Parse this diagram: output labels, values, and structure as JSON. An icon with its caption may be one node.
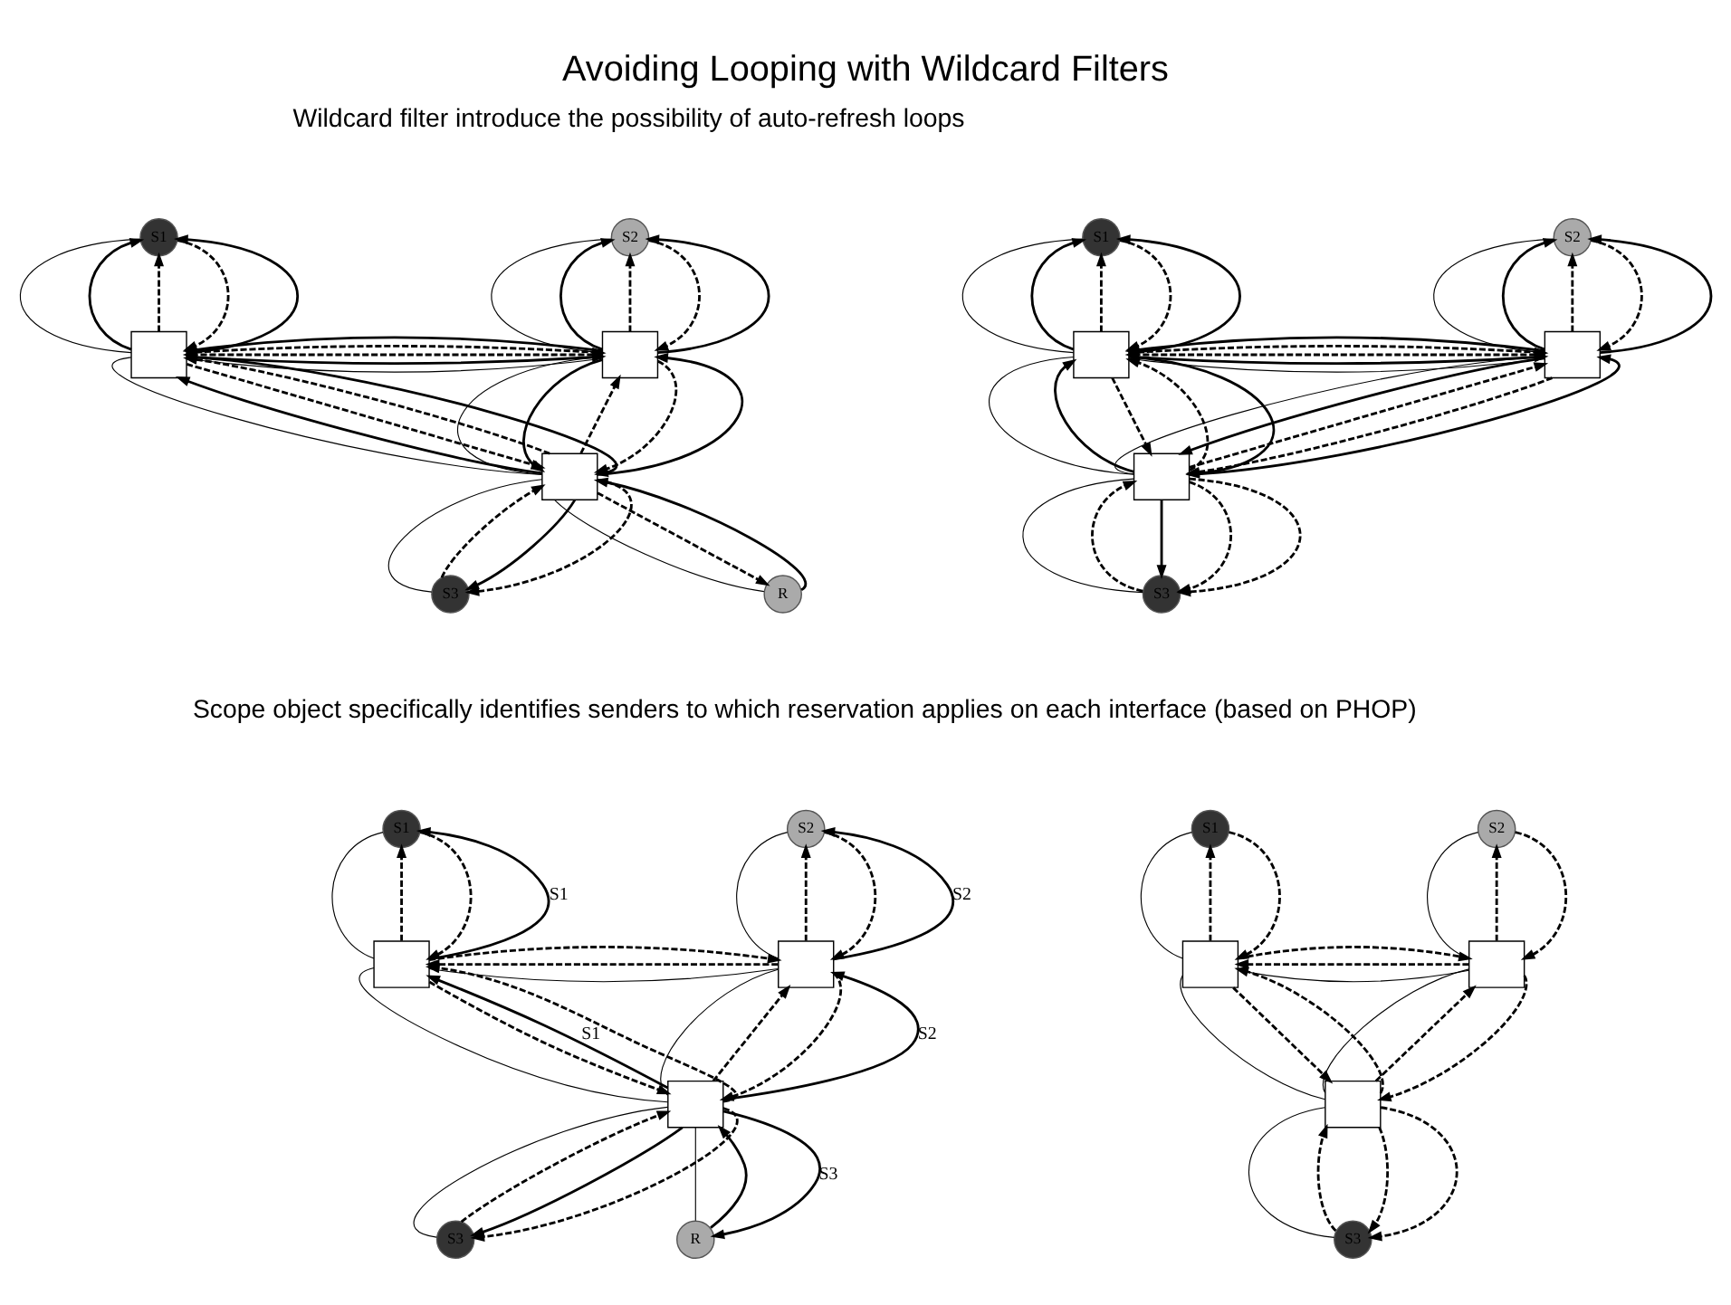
{
  "diagram": {
    "title": "Avoiding Looping with Wildcard Filters",
    "nodes": [
      {
        "text": [
          "S1"
        ]
      },
      {
        "text": [
          "S2"
        ]
      },
      {
        "text": [],
        "shape": "box"
      },
      {
        "text": [],
        "shape": "box"
      },
      {
        "text": [],
        "shape": "box"
      },
      {
        "text": [
          "S3"
        ]
      },
      {
        "text": [
          "R"
        ]
      },
      {
        "text": [
          "S1"
        ]
      },
      {
        "text": [
          "S2"
        ]
      },
      {
        "text": [],
        "shape": "box"
      },
      {
        "text": [],
        "shape": "box"
      },
      {
        "text": [],
        "shape": "box"
      },
      {
        "text": [
          "S3"
        ]
      },
      {
        "text": [
          "S1"
        ]
      },
      {
        "text": [
          "S2"
        ]
      },
      {
        "text": [],
        "shape": "box"
      },
      {
        "text": [],
        "shape": "box"
      },
      {
        "text": [],
        "shape": "box"
      },
      {
        "text": [
          "S3"
        ]
      },
      {
        "text": [
          "R"
        ]
      },
      {
        "text": [
          "S1"
        ]
      },
      {
        "text": [
          "S2"
        ]
      },
      {
        "text": [],
        "shape": "box"
      },
      {
        "text": [],
        "shape": "box"
      },
      {
        "text": [],
        "shape": "box"
      },
      {
        "text": [
          "S3"
        ]
      }
    ],
    "edges": [
      {
        "from": 0,
        "to": 2,
        "arrow": "none"
      },
      {
        "from": 1,
        "to": 3,
        "arrow": "none"
      },
      {
        "from": 2,
        "to": 3,
        "arrow": "none"
      },
      {
        "from": 2,
        "to": 4,
        "arrow": "none"
      },
      {
        "from": 3,
        "to": 4,
        "arrow": "none"
      },
      {
        "from": 4,
        "to": 5,
        "arrow": "none"
      },
      {
        "from": 4,
        "to": 6,
        "arrow": "none"
      },
      {
        "from": 2,
        "to": 0,
        "arrow": "to"
      },
      {
        "from": 2,
        "to": 0,
        "arrow": "to",
        "style": "dashed"
      },
      {
        "from": 0,
        "to": 2,
        "arrow": "to",
        "style": "dashed"
      },
      {
        "from": 2,
        "to": 0,
        "arrow": "to"
      },
      {
        "from": 3,
        "to": 1,
        "arrow": "to"
      },
      {
        "from": 3,
        "to": 1,
        "arrow": "to",
        "style": "dashed"
      },
      {
        "from": 1,
        "to": 3,
        "arrow": "to",
        "style": "dashed"
      },
      {
        "from": 3,
        "to": 1,
        "arrow": "to"
      },
      {
        "from": 2,
        "to": 3,
        "arrow": "to"
      },
      {
        "from": 3,
        "to": 2,
        "arrow": "to",
        "style": "dashed"
      },
      {
        "from": 2,
        "to": 3,
        "arrow": "to",
        "style": "dashed"
      },
      {
        "from": 3,
        "to": 2,
        "arrow": "to"
      },
      {
        "from": 4,
        "to": 2,
        "arrow": "to"
      },
      {
        "from": 2,
        "to": 4,
        "arrow": "to",
        "style": "dashed"
      },
      {
        "from": 4,
        "to": 2,
        "arrow": "to",
        "style": "dashed"
      },
      {
        "from": 2,
        "to": 4,
        "arrow": "to"
      },
      {
        "from": 3,
        "to": 4,
        "arrow": "to"
      },
      {
        "from": 4,
        "to": 3,
        "arrow": "to",
        "style": "dashed"
      },
      {
        "from": 3,
        "to": 4,
        "arrow": "to",
        "style": "dashed"
      },
      {
        "from": 4,
        "to": 3,
        "arrow": "to"
      },
      {
        "from": 5,
        "to": 4,
        "arrow": "to",
        "style": "dashed"
      },
      {
        "from": 4,
        "to": 5,
        "arrow": "to"
      },
      {
        "from": 4,
        "to": 5,
        "arrow": "to",
        "style": "dashed"
      },
      {
        "from": 4,
        "to": 6,
        "arrow": "to",
        "style": "dashed"
      },
      {
        "from": 6,
        "to": 4,
        "arrow": "to"
      },
      {
        "from": 7,
        "to": 9,
        "arrow": "none"
      },
      {
        "from": 8,
        "to": 10,
        "arrow": "none"
      },
      {
        "from": 9,
        "to": 10,
        "arrow": "none"
      },
      {
        "from": 9,
        "to": 11,
        "arrow": "none"
      },
      {
        "from": 10,
        "to": 11,
        "arrow": "none"
      },
      {
        "from": 11,
        "to": 12,
        "arrow": "none"
      },
      {
        "from": 9,
        "to": 7,
        "arrow": "to"
      },
      {
        "from": 9,
        "to": 7,
        "arrow": "to",
        "style": "dashed"
      },
      {
        "from": 7,
        "to": 9,
        "arrow": "to",
        "style": "dashed"
      },
      {
        "from": 9,
        "to": 7,
        "arrow": "to"
      },
      {
        "from": 10,
        "to": 8,
        "arrow": "to"
      },
      {
        "from": 10,
        "to": 8,
        "arrow": "to",
        "style": "dashed"
      },
      {
        "from": 8,
        "to": 10,
        "arrow": "to",
        "style": "dashed"
      },
      {
        "from": 10,
        "to": 8,
        "arrow": "to"
      },
      {
        "from": 9,
        "to": 10,
        "arrow": "to"
      },
      {
        "from": 10,
        "to": 9,
        "arrow": "to",
        "style": "dashed"
      },
      {
        "from": 9,
        "to": 10,
        "arrow": "to",
        "style": "dashed"
      },
      {
        "from": 10,
        "to": 9,
        "arrow": "to"
      },
      {
        "from": 11,
        "to": 9,
        "arrow": "to"
      },
      {
        "from": 9,
        "to": 11,
        "arrow": "to",
        "style": "dashed"
      },
      {
        "from": 11,
        "to": 9,
        "arrow": "to",
        "style": "dashed"
      },
      {
        "from": 9,
        "to": 11,
        "arrow": "to"
      },
      {
        "from": 10,
        "to": 11,
        "arrow": "to"
      },
      {
        "from": 11,
        "to": 10,
        "arrow": "to",
        "style": "dashed"
      },
      {
        "from": 10,
        "to": 11,
        "arrow": "to",
        "style": "dashed"
      },
      {
        "from": 11,
        "to": 10,
        "arrow": "to"
      },
      {
        "from": 12,
        "to": 11,
        "arrow": "to",
        "style": "dashed"
      },
      {
        "from": 11,
        "to": 12,
        "arrow": "to"
      },
      {
        "from": 11,
        "to": 12,
        "arrow": "to",
        "style": "dashed"
      },
      {
        "from": 11,
        "to": 12,
        "arrow": "to",
        "style": "dashed"
      },
      {
        "from": 13,
        "to": 15,
        "arrow": "none"
      },
      {
        "from": 14,
        "to": 16,
        "arrow": "none"
      },
      {
        "from": 15,
        "to": 16,
        "arrow": "none"
      },
      {
        "from": 15,
        "to": 17,
        "arrow": "none"
      },
      {
        "from": 16,
        "to": 17,
        "arrow": "none"
      },
      {
        "from": 17,
        "to": 18,
        "arrow": "none"
      },
      {
        "from": 17,
        "to": 19,
        "arrow": "none"
      },
      {
        "from": 15,
        "to": 13,
        "arrow": "to",
        "style": "dashed"
      },
      {
        "from": 13,
        "to": 15,
        "arrow": "to",
        "style": "dashed"
      },
      {
        "from": 15,
        "to": 13,
        "arrow": "to",
        "label": "S1"
      },
      {
        "from": 16,
        "to": 14,
        "arrow": "to",
        "style": "dashed"
      },
      {
        "from": 14,
        "to": 16,
        "arrow": "to",
        "style": "dashed"
      },
      {
        "from": 16,
        "to": 14,
        "arrow": "to",
        "label": "S2"
      },
      {
        "from": 16,
        "to": 15,
        "arrow": "to",
        "style": "dashed"
      },
      {
        "from": 15,
        "to": 16,
        "arrow": "to",
        "style": "dashed"
      },
      {
        "from": 17,
        "to": 15,
        "arrow": "to",
        "label": "S1"
      },
      {
        "from": 15,
        "to": 17,
        "arrow": "to",
        "style": "dashed"
      },
      {
        "from": 17,
        "to": 15,
        "arrow": "to",
        "style": "dashed"
      },
      {
        "from": 17,
        "to": 16,
        "arrow": "to",
        "style": "dashed"
      },
      {
        "from": 16,
        "to": 17,
        "arrow": "to",
        "style": "dashed"
      },
      {
        "from": 17,
        "to": 16,
        "arrow": "to",
        "label": "S2"
      },
      {
        "from": 18,
        "to": 17,
        "arrow": "to",
        "style": "dashed"
      },
      {
        "from": 17,
        "to": 18,
        "arrow": "to"
      },
      {
        "from": 17,
        "to": 18,
        "arrow": "to",
        "style": "dashed"
      },
      {
        "from": 19,
        "to": 17,
        "arrow": "to"
      },
      {
        "from": 17,
        "to": 19,
        "arrow": "to",
        "label": "S3"
      },
      {
        "from": 20,
        "to": 22,
        "arrow": "none"
      },
      {
        "from": 21,
        "to": 23,
        "arrow": "none"
      },
      {
        "from": 22,
        "to": 23,
        "arrow": "none"
      },
      {
        "from": 22,
        "to": 24,
        "arrow": "none"
      },
      {
        "from": 23,
        "to": 24,
        "arrow": "none"
      },
      {
        "from": 24,
        "to": 25,
        "arrow": "none"
      },
      {
        "from": 22,
        "to": 20,
        "arrow": "to",
        "style": "dashed"
      },
      {
        "from": 20,
        "to": 22,
        "arrow": "to",
        "style": "dashed"
      },
      {
        "from": 23,
        "to": 21,
        "arrow": "to",
        "style": "dashed"
      },
      {
        "from": 21,
        "to": 23,
        "arrow": "to",
        "style": "dashed"
      },
      {
        "from": 23,
        "to": 22,
        "arrow": "to",
        "style": "dashed"
      },
      {
        "from": 22,
        "to": 23,
        "arrow": "to",
        "style": "dashed"
      },
      {
        "from": 22,
        "to": 24,
        "arrow": "to",
        "style": "dashed"
      },
      {
        "from": 24,
        "to": 22,
        "arrow": "to",
        "style": "dashed"
      },
      {
        "from": 24,
        "to": 23,
        "arrow": "to",
        "style": "dashed"
      },
      {
        "from": 23,
        "to": 24,
        "arrow": "to",
        "style": "dashed"
      },
      {
        "from": 25,
        "to": 24,
        "arrow": "to",
        "style": "dashed"
      },
      {
        "from": 24,
        "to": 25,
        "arrow": "to",
        "style": "dashed"
      },
      {
        "from": 24,
        "to": 25,
        "arrow": "to",
        "style": "dashed"
      }
    ],
    "labels": [
      "Wildcard filter introduce the possibility of auto-refresh loops",
      "Scope object specifically identifies senders to which reservation applies on each interface (based on PHOP)"
    ]
  }
}
